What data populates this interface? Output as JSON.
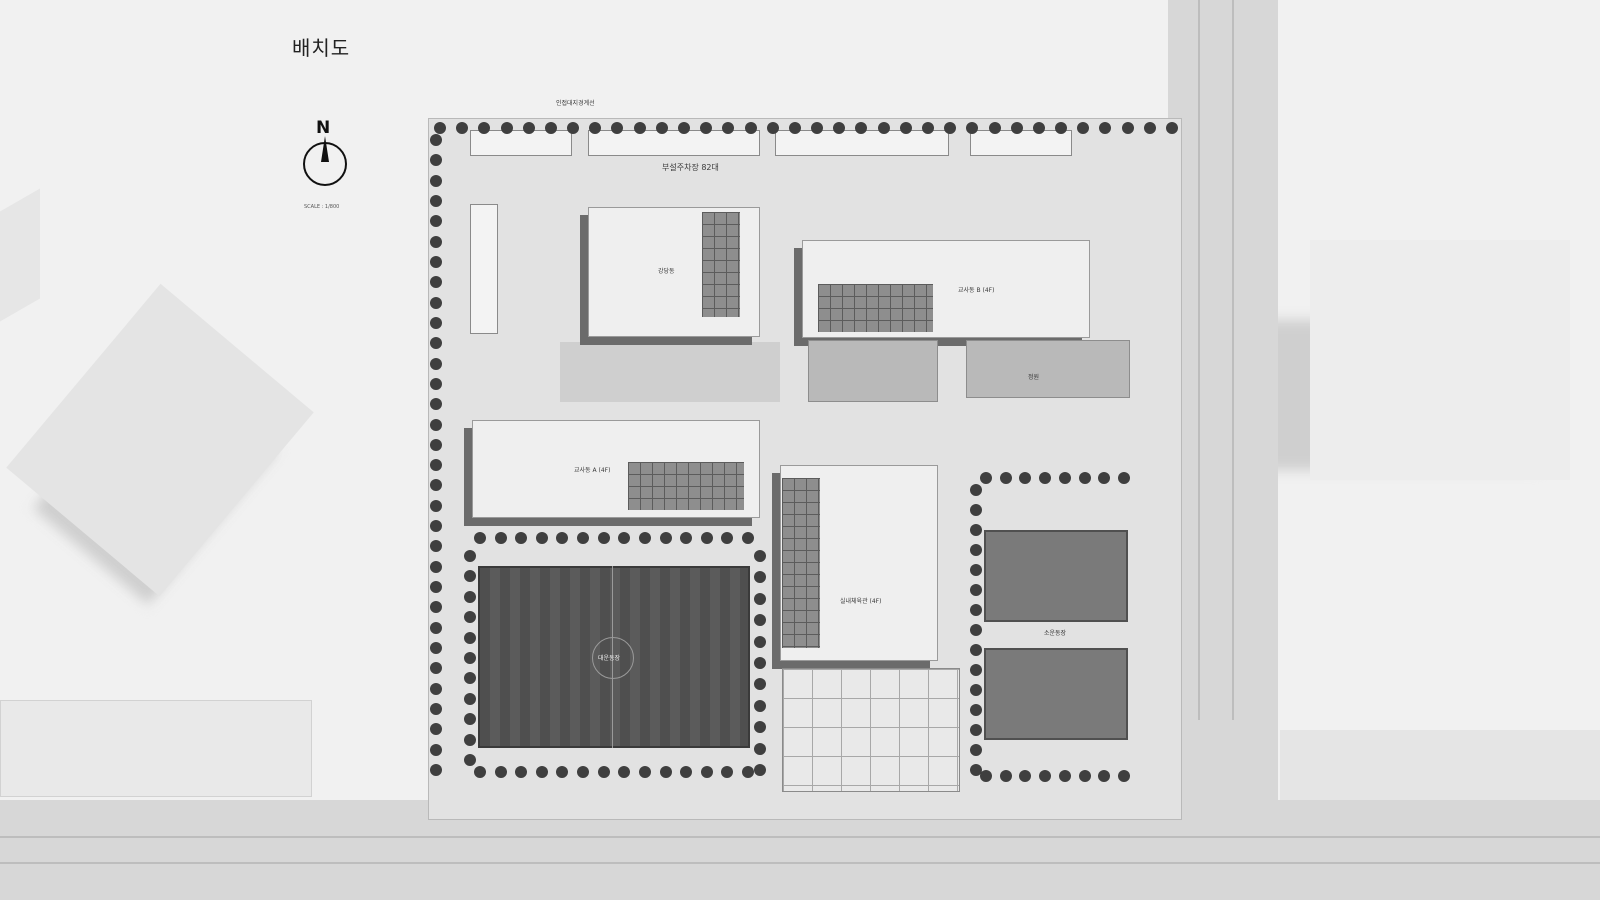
{
  "title": "배치도",
  "north": {
    "letter": "N",
    "scale": "SCALE : 1/800"
  },
  "labels": {
    "boundary_top": "인접대지경계선",
    "parking": "부설주차장 82대",
    "auditorium": "강당동",
    "classroom_b": "교사동 B (4F)",
    "classroom_a": "교사동 A (4F)",
    "gym": "실내체육관 (4F)",
    "soccer_field": "대운동장",
    "court": "소운동장",
    "garden": "정원"
  },
  "colors": {
    "background": "#f1f1f1",
    "building_shadow": "#6b6b6b",
    "field": "#4f4f4f"
  }
}
